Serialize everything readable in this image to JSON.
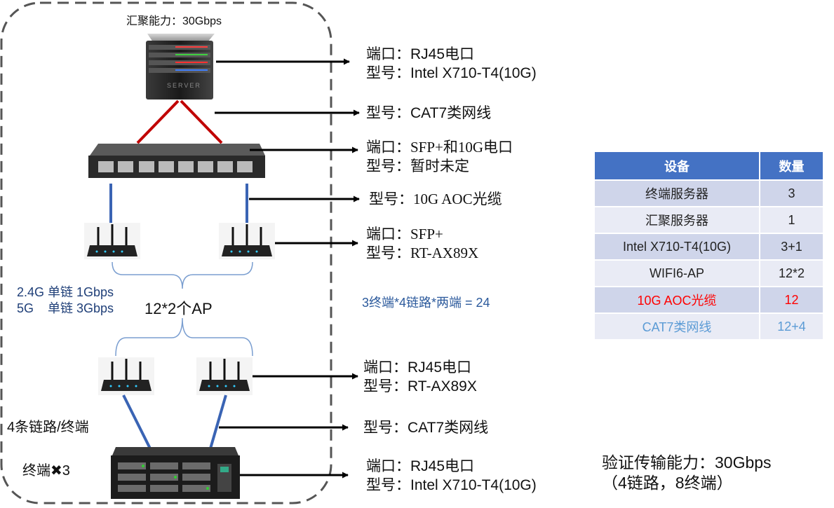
{
  "top_label": "汇聚能力：30Gbps",
  "server_spec": {
    "line1": "端口：RJ45电口",
    "line2": "型号：Intel X710-T4(10G)"
  },
  "cable_top": "型号：CAT7类网线",
  "switch_spec": {
    "line1": "端口：SFP+和10G电口",
    "line2": "型号：暂时未定"
  },
  "aoc": "型号：10G AOC光缆",
  "ap_upper_spec": {
    "line1": "端口：SFP+",
    "line2": "型号：RT-AX89X"
  },
  "bandwidth": {
    "line1": "2.4G 单链 1Gbps",
    "line2": "5G    单链 3Gbps"
  },
  "ap_count": "12*2个AP",
  "calc": "3终端*4链路*两端 = 24",
  "ap_lower_spec": {
    "line1": "端口：RJ45电口",
    "line2": "型号：RT-AX89X"
  },
  "links_label": "4条链路/终端",
  "cable_bottom": "型号：CAT7类网线",
  "terminal_label": "终端✖3",
  "terminal_spec": {
    "line1": "端口：RJ45电口",
    "line2": "型号：Intel X710-T4(10G)"
  },
  "verify": {
    "line1": "验证传输能力：30Gbps",
    "line2": "（4链路，8终端）"
  },
  "server_text": "SERVER",
  "table": {
    "headers": [
      "设备",
      "数量"
    ],
    "rows": [
      {
        "device": "终端服务器",
        "qty": "3"
      },
      {
        "device": "汇聚服务器",
        "qty": "1"
      },
      {
        "device": "Intel X710-T4(10G)",
        "qty": "3+1"
      },
      {
        "device": "WIFI6-AP",
        "qty": "12*2"
      },
      {
        "device": "10G AOC光缆",
        "qty": "12"
      },
      {
        "device": "CAT7类网线",
        "qty": "12+4"
      }
    ]
  },
  "colors": {
    "dashed_border": "#555555",
    "red_link": "#c00000",
    "blue_link": "#3a64b4",
    "brace": "#7a9ed0",
    "table_header": "#4472c4"
  }
}
